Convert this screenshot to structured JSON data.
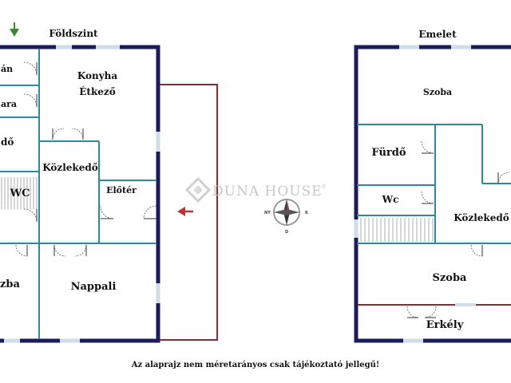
{
  "plans": {
    "ground": {
      "title": "Földszint",
      "rooms": {
        "room1": "án",
        "room2": "ara",
        "room3": "dő",
        "kitchen_line1": "Konyha",
        "kitchen_line2": "Étkező",
        "corridor": "Közlekedő",
        "hall": "Előtér",
        "wc": "WC",
        "room4": "zba",
        "living": "Nappali"
      }
    },
    "upper": {
      "title": "Emelet",
      "rooms": {
        "room_top": "Szoba",
        "bath": "Fürdő",
        "wc": "Wc",
        "corridor": "Közlekedő",
        "room_mid": "Szoba",
        "balcony": "Erkély"
      }
    }
  },
  "watermark": "DUNA HOUSE",
  "watermark_mark": "®",
  "compass": {
    "n": "NY",
    "e": "K",
    "s": "D"
  },
  "disclaimer": "Az alaprajz nem méretarányos csak tájékoztató jellegű!",
  "colors": {
    "outer_wall": "#1c1c5a",
    "inner_wall": "#2a8a96",
    "terrace_line": "#8b2a35",
    "entrance_arrow": "#c0303a",
    "north_arrow": "#3b8a2e"
  },
  "icons": [
    "north-arrow-icon",
    "entrance-arrow-icon",
    "compass-icon",
    "duna-house-logo-icon"
  ]
}
